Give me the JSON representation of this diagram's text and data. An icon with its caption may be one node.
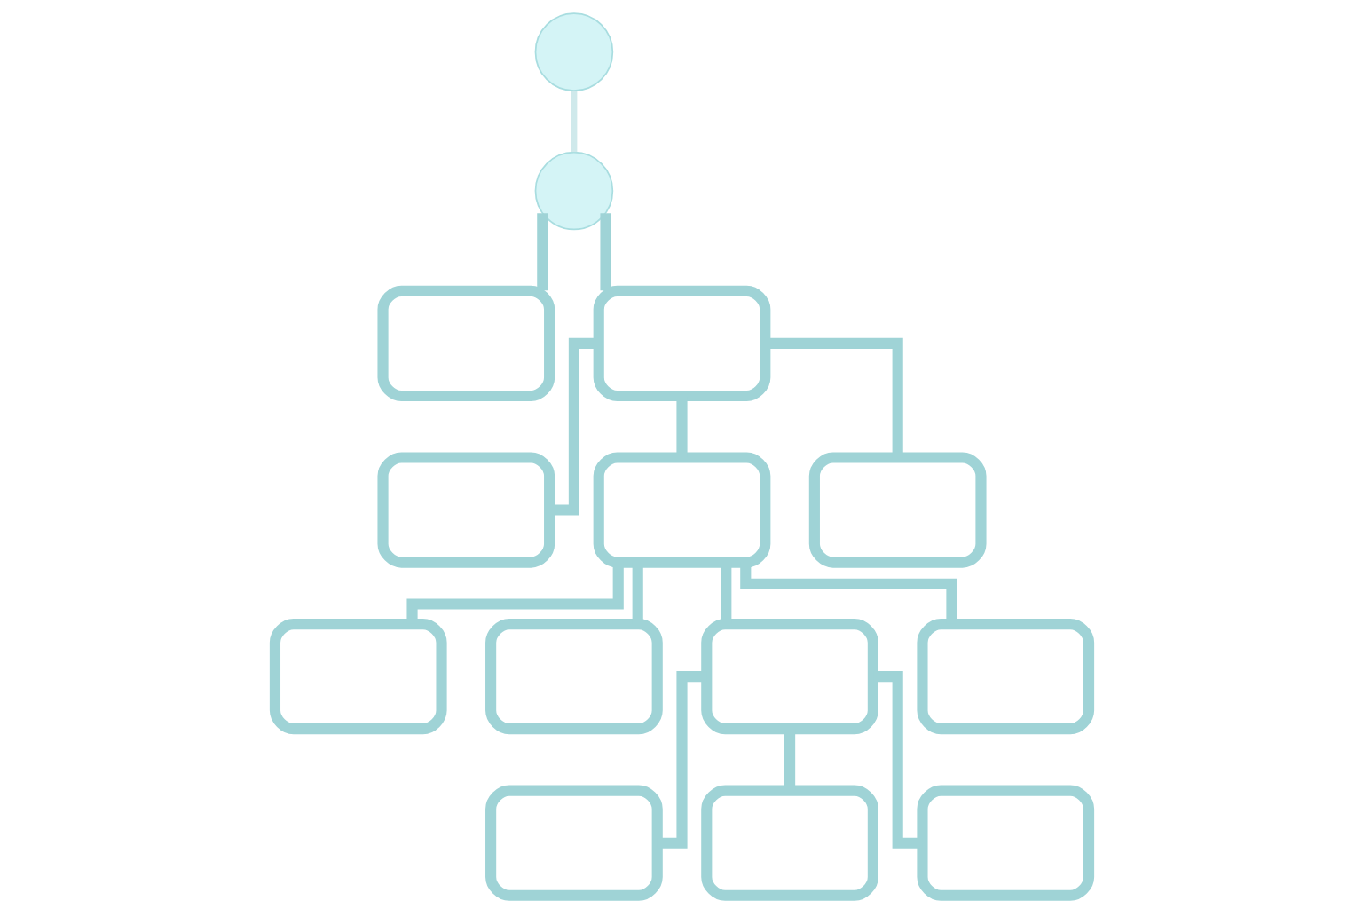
{
  "diagram": {
    "nodes": [
      {
        "text": [],
        "shape": "circle"
      },
      {
        "text": [],
        "shape": "circle"
      },
      {
        "text": [],
        "shape": "box"
      },
      {
        "text": [],
        "shape": "box"
      },
      {
        "text": [],
        "shape": "box"
      },
      {
        "text": [],
        "shape": "box"
      },
      {
        "text": [],
        "shape": "box"
      },
      {
        "text": [],
        "shape": "box"
      },
      {
        "text": [],
        "shape": "box"
      },
      {
        "text": [],
        "shape": "box"
      },
      {
        "text": [],
        "shape": "box"
      },
      {
        "text": [],
        "shape": "box"
      },
      {
        "text": [],
        "shape": "box"
      },
      {
        "text": [],
        "shape": "box"
      }
    ],
    "edges": [
      {
        "from": 0,
        "to": 1,
        "arrow": "none",
        "color": "#cfe9eb"
      },
      {
        "from": 1,
        "to": 2,
        "arrow": "none"
      },
      {
        "from": 1,
        "to": 3,
        "arrow": "none"
      },
      {
        "from": 3,
        "to": 4,
        "arrow": "none"
      },
      {
        "from": 3,
        "to": 5,
        "arrow": "none"
      },
      {
        "from": 3,
        "to": 6,
        "arrow": "none"
      },
      {
        "from": 5,
        "to": 7,
        "arrow": "none"
      },
      {
        "from": 5,
        "to": 8,
        "arrow": "none"
      },
      {
        "from": 5,
        "to": 9,
        "arrow": "none"
      },
      {
        "from": 5,
        "to": 10,
        "arrow": "none"
      },
      {
        "from": 9,
        "to": 11,
        "arrow": "none"
      },
      {
        "from": 9,
        "to": 12,
        "arrow": "none"
      },
      {
        "from": 9,
        "to": 13,
        "arrow": "none"
      }
    ]
  }
}
